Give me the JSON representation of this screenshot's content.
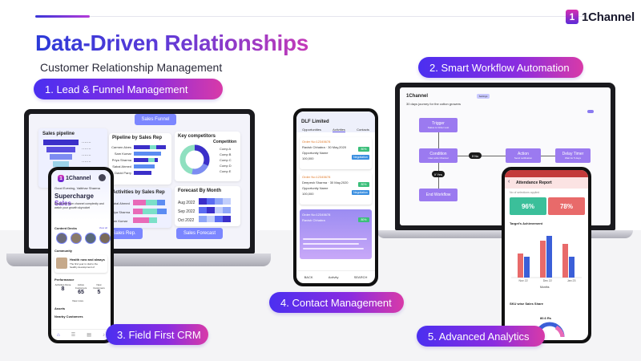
{
  "brand": {
    "name": "1Channel",
    "mark": "1"
  },
  "headline": "Data-Driven Relationships",
  "subheadline": "Customer Relationship Management",
  "features": [
    {
      "label": "1. Lead & Funnel Management"
    },
    {
      "label": "2. Smart Workflow Automation"
    },
    {
      "label": "3. Field First CRM"
    },
    {
      "label": "4. Contact Management"
    },
    {
      "label": "5. Advanced Analytics"
    }
  ],
  "laptop1": {
    "badge": "Sales Funnel",
    "pipeline_title": "Sales pipeline",
    "by_rep_title": "Pipeline by Sales Rep",
    "competitors_title": "Key competitors",
    "competition_label": "Competition",
    "competitors": [
      "Comp A",
      "Comp B",
      "Comp C",
      "Comp D",
      "Comp E"
    ],
    "reps": [
      "Carmen Alves",
      "Sam Kumar",
      "Priya Sharma",
      "Sabal Ahmed",
      "David Parry"
    ],
    "activities_title": "Activities by Sales Rep",
    "activity_reps": [
      "Sabal Ahmed",
      "Priya Sharma",
      "Sam Kumar"
    ],
    "forecast_title": "Forecast By Month",
    "months": [
      "Aug 2022",
      "Sep 2022",
      "Oct 2022"
    ],
    "btn_sales_rep": "Sales Rep.",
    "btn_sales_forecast": "Sales Forecast"
  },
  "laptop2": {
    "logo": "1Channel",
    "journey": "30 days journey for the cotton growers",
    "tag": "Settings",
    "trigger": "Trigger",
    "trigger_sub": "Status is Order Lost",
    "condition": "Condition",
    "condition_sub": "User exits Channel",
    "action": "Action",
    "action_sub": "Send notification",
    "delay": "Delay Timer",
    "delay_sub": "Wait for 5 days",
    "yes": "If Yes",
    "no": "If No",
    "end": "End Workflow"
  },
  "phone1": {
    "greeting": "Good Evening, Vaibhav Sharma",
    "hero_title_a": "Supercharge",
    "hero_title_b": "Sales",
    "hero_text": "Break free from channel complexity and watch your growth skyrocket",
    "content_decks": "Content Decks",
    "view_all": "View all",
    "community": "Community",
    "community_title": "Health now and always",
    "community_text": "The first year is vital to the healthy development of",
    "performance": "Performance",
    "stats": [
      {
        "label": "Activities Done",
        "value": "8"
      },
      {
        "label": "Active Customers",
        "value": "65"
      },
      {
        "label": "New Customers",
        "value": "5"
      }
    ],
    "view_more": "View more",
    "assets": "Assets",
    "nearby": "Nearby Customers"
  },
  "phone2": {
    "company": "DLF Limited",
    "tabs": [
      "Opportunities",
      "Activities",
      "Contacts"
    ],
    "order_no": "Order No:12345678",
    "person": "Ravish Chhabra",
    "date": "30 May,2020",
    "opp_name": "Opportunity Name",
    "amount": "100,000",
    "stage": "Negotiation",
    "pct": "80%",
    "person2": "Deepesh Sharma",
    "footer": [
      "BACK",
      "Activity",
      "SEARCH"
    ]
  },
  "phone3": {
    "title": "Attendance Report",
    "filters": "No of selections applied",
    "stat1": "96%",
    "stat2": "78%",
    "target": "Target's Achievement",
    "months": [
      "Nov 22",
      "Dec 22",
      "Jan 23"
    ],
    "axis": "Months",
    "sku": "SKU wise Sales Share",
    "sku_value": "80.6 Rs"
  },
  "colors": {
    "accent_blue": "#2b3ad8",
    "accent_pink": "#c43ab8",
    "pill_start": "#4b2ff0",
    "pill_end": "#d83aa8"
  }
}
